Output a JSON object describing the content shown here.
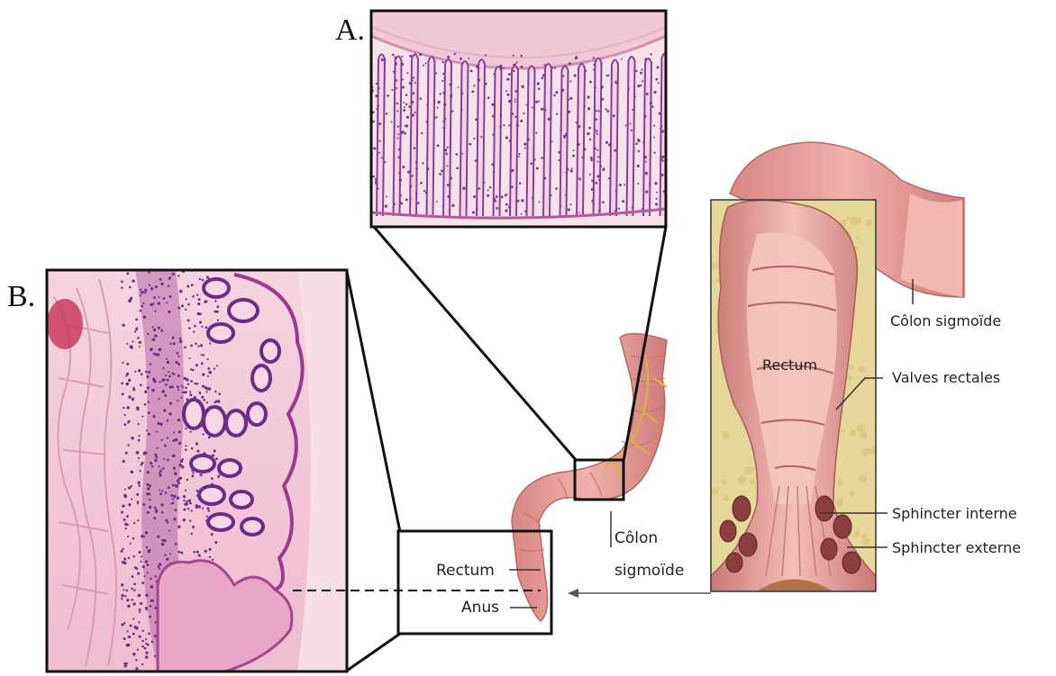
{
  "panels": {
    "a_letter": "A.",
    "b_letter": "B."
  },
  "overview_labels": {
    "rectum": "Rectum",
    "anus": "Anus",
    "colon_line1": "Côlon",
    "colon_line2": "sigmoïde"
  },
  "detail_labels": {
    "colon_sigmoide": "Côlon sigmoïde",
    "rectum": "Rectum",
    "valves_rectales": "Valves rectales",
    "sphincter_interne": "Sphincter interne",
    "sphincter_externe": "Sphincter externe"
  },
  "colors": {
    "tissue_light": "#f3c7d6",
    "tissue_mid": "#e59bb6",
    "nuclei": "#7a3f8f",
    "gut_pink": "#e89f9a",
    "gut_dark": "#c8736f",
    "fat_yellow": "#e9dc9a",
    "muscle_red": "#9a4a4a"
  }
}
